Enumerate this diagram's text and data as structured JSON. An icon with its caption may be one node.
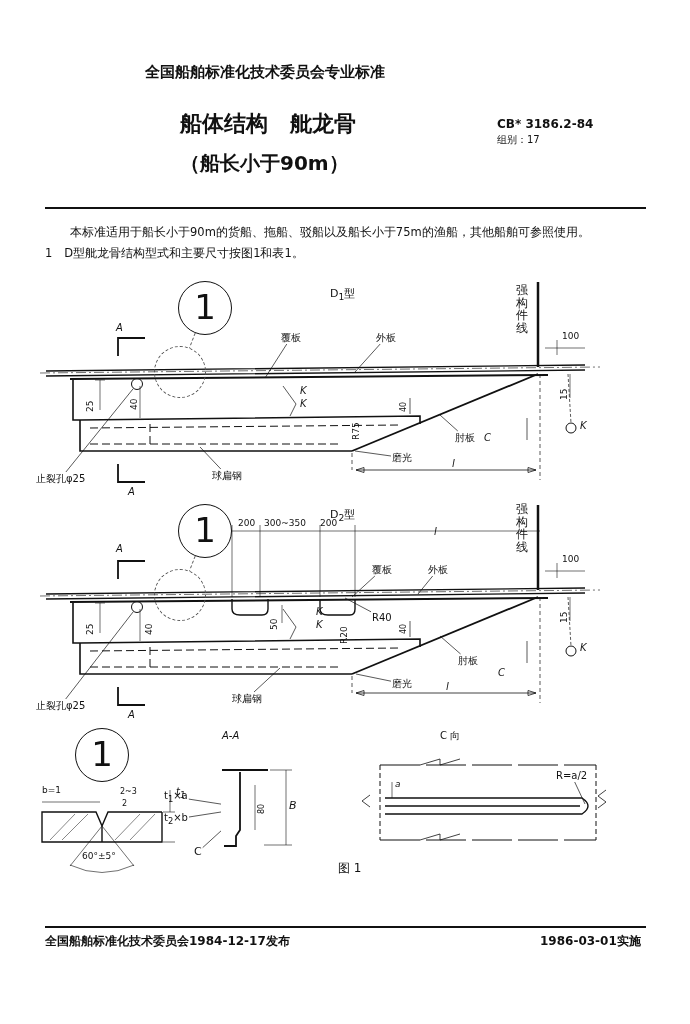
{
  "diagram": {
    "title": "船体结构　舭龙骨",
    "nodes": [
      {
        "text": [
          "1"
        ]
      },
      {
        "text": [],
        "shape": "circle"
      },
      {
        "text": [
          "覆板"
        ]
      },
      {
        "text": [
          "外板"
        ]
      },
      {
        "text": [
          "肘板"
        ]
      },
      {
        "text": [
          "磨光"
        ]
      },
      {
        "text": [
          "球扁钢"
        ]
      },
      {
        "text": [
          "止裂孔φ25"
        ]
      },
      {
        "text": [
          "1"
        ]
      },
      {
        "text": [],
        "shape": "circle"
      },
      {
        "text": [
          "覆板"
        ]
      },
      {
        "text": [
          "外板"
        ]
      },
      {
        "text": [
          "R40"
        ]
      },
      {
        "text": [
          "肘板"
        ]
      },
      {
        "text": [
          "磨光"
        ]
      },
      {
        "text": [
          "球扁钢"
        ]
      },
      {
        "text": [
          "止裂孔φ25"
        ]
      },
      {
        "text": [
          "1"
        ]
      },
      {
        "text": [
          "t$_{1}$×a"
        ]
      },
      {
        "text": [
          "t$_{2}$×b"
        ]
      },
      {
        "text": [
          "C"
        ]
      },
      {
        "text": [
          "R=a/2"
        ]
      },
      {
        "text": [],
        "shape": "circle"
      },
      {
        "text": [],
        "shape": "circle"
      },
      {
        "text": [],
        "shape": "picture"
      }
    ],
    "edges": [
      {
        "from": 0,
        "to": 1,
        "arrow": "none",
        "style": "dashed"
      },
      {
        "from": 2,
        "to": null,
        "arrow": "none"
      },
      {
        "from": 3,
        "to": null,
        "arrow": "none"
      },
      {
        "from": 4,
        "to": null,
        "arrow": "none"
      },
      {
        "from": 5,
        "to": null,
        "arrow": "none"
      },
      {
        "from": 6,
        "to": null,
        "arrow": "none"
      },
      {
        "from": 7,
        "to": 22,
        "arrow": "none"
      },
      {
        "from": 8,
        "to": 9,
        "arrow": "none",
        "style": "dashed"
      },
      {
        "from": 10,
        "to": null,
        "arrow": "none"
      },
      {
        "from": 11,
        "to": null,
        "arrow": "none"
      },
      {
        "from": 12,
        "to": null,
        "arrow": "none"
      },
      {
        "from": 13,
        "to": null,
        "arrow": "none"
      },
      {
        "from": 14,
        "to": null,
        "arrow": "none"
      },
      {
        "from": 15,
        "to": null,
        "arrow": "none"
      },
      {
        "from": 16,
        "to": 23,
        "arrow": "none"
      },
      {
        "from": 18,
        "to": 24,
        "arrow": "none"
      },
      {
        "from": 19,
        "to": 24,
        "arrow": "none"
      },
      {
        "from": 20,
        "to": 24,
        "arrow": "none"
      },
      {
        "from": 21,
        "to": null,
        "arrow": "none"
      }
    ],
    "labels": [
      "全国船舶标准化技术委员会专业标准",
      "（船长小于90m）",
      "CB* 3186.2-84",
      "组别：17",
      "本标准适用于船长小于90m的货船、拖船、驳船以及船长小于75m的渔船，其他船舶可参照使用。",
      "1　D型舭龙骨结构型式和主要尺寸按图1和表1。",
      "D$_{1}$型",
      "A",
      "强构件线",
      "100",
      "25",
      "40",
      "K",
      "K",
      "40",
      "R75",
      "15",
      "K",
      "C",
      "l",
      "A",
      "D$_{2}$型",
      "200",
      "300~350",
      "200",
      "l",
      "A",
      "强构件线",
      "100",
      "50",
      "25",
      "40",
      "K",
      "K",
      "40",
      "R20",
      "15",
      "K",
      "C",
      "l",
      "A",
      "b=1",
      "2~3",
      "2",
      "t$_{1}$",
      "60°±5°",
      "A-A",
      "80",
      "B",
      "C 向",
      "a",
      "图 1",
      "全国船舶标准化技术委员会1984-12-17发布",
      "1986-03-01实施"
    ]
  }
}
